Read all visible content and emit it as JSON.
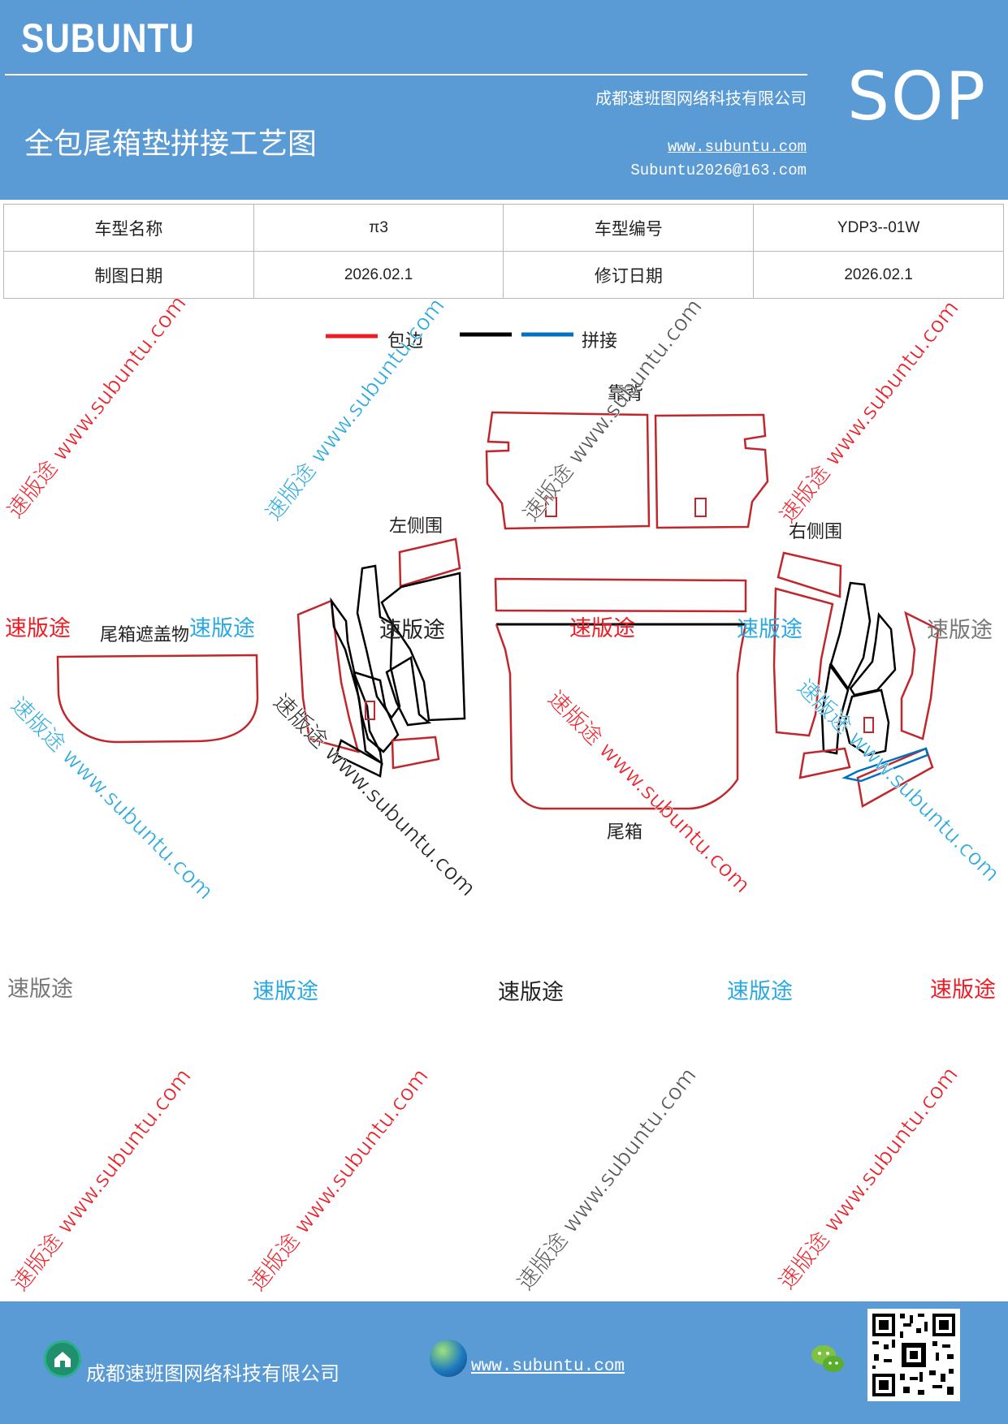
{
  "header": {
    "brand": "SUBUNTU",
    "company": "成都速班图网络科技有限公司",
    "doc_code": "SOP",
    "title": "全包尾箱垫拼接工艺图",
    "website": "www.subuntu.com",
    "email": "Subuntu2026@163.com"
  },
  "info": {
    "model_name_label": "车型名称",
    "model_name": "π3",
    "model_code_label": "车型编号",
    "model_code": "YDP3--01W",
    "draw_date_label": "制图日期",
    "draw_date": "2026.02.1",
    "revise_date_label": "修订日期",
    "revise_date": "2026.02.1"
  },
  "legend": {
    "edge_label": "包边",
    "joint_label": "拼接",
    "edge_color": "#ee1c25",
    "outline_color": "#000000",
    "joint_color": "#0070c0"
  },
  "parts": {
    "backrest": "靠背",
    "left_side": "左侧围",
    "right_side": "右侧围",
    "cover": "尾箱遮盖物",
    "trunk": "尾箱"
  },
  "watermark": {
    "brand": "速版途",
    "diagonal": "速版途 www.subuntu.com",
    "url": "www.subuntu.com"
  },
  "footer": {
    "company": "成都速班图网络科技有限公司",
    "website": "www.subuntu.com"
  },
  "icons": {
    "home": "home-icon",
    "globe": "globe-icon",
    "wechat": "wechat-icon",
    "qr": "qr-code"
  }
}
